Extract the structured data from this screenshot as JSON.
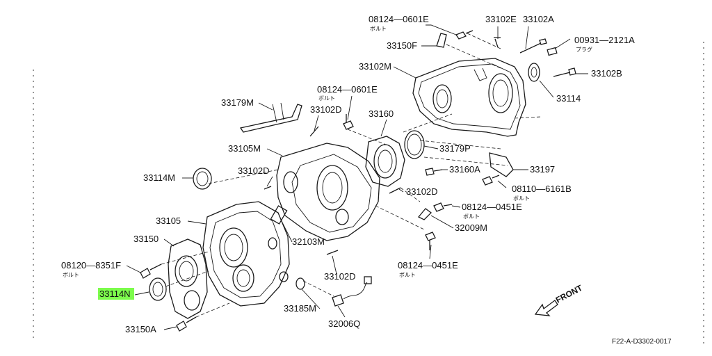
{
  "parts": [
    {
      "id": "p1",
      "number": "08124—0601E",
      "sub": "ボルト"
    },
    {
      "id": "p2",
      "number": "33102E"
    },
    {
      "id": "p3",
      "number": "33102A"
    },
    {
      "id": "p4",
      "number": "00931—2121A",
      "sub": "プラグ"
    },
    {
      "id": "p5",
      "number": "33150F"
    },
    {
      "id": "p6",
      "number": "33102M"
    },
    {
      "id": "p7",
      "number": "33102B"
    },
    {
      "id": "p8",
      "number": "33114"
    },
    {
      "id": "p9",
      "number": "33179M"
    },
    {
      "id": "p10",
      "number": "08124—0601E",
      "sub": "ボルト"
    },
    {
      "id": "p11",
      "number": "33102D"
    },
    {
      "id": "p12",
      "number": "33160"
    },
    {
      "id": "p13",
      "number": "33105M"
    },
    {
      "id": "p14",
      "number": "33179P"
    },
    {
      "id": "p15",
      "number": "33102D"
    },
    {
      "id": "p16",
      "number": "33160A"
    },
    {
      "id": "p17",
      "number": "33197"
    },
    {
      "id": "p18",
      "number": "33114M"
    },
    {
      "id": "p19",
      "number": "08110—6161B",
      "sub": "ボルト"
    },
    {
      "id": "p20",
      "number": "33102D"
    },
    {
      "id": "p21",
      "number": "08124—0451E",
      "sub": "ボルト"
    },
    {
      "id": "p22",
      "number": "33105"
    },
    {
      "id": "p23",
      "number": "32009M"
    },
    {
      "id": "p24",
      "number": "33150"
    },
    {
      "id": "p25",
      "number": "32103M"
    },
    {
      "id": "p26",
      "number": "08120—8351F",
      "sub": "ボルト"
    },
    {
      "id": "p27",
      "number": "08124—0451E",
      "sub": "ボルト"
    },
    {
      "id": "p28",
      "number": "33102D"
    },
    {
      "id": "p29",
      "number": "33114N"
    },
    {
      "id": "p30",
      "number": "33185M"
    },
    {
      "id": "p31",
      "number": "33150A"
    },
    {
      "id": "p32",
      "number": "32006Q"
    }
  ],
  "highlight": {
    "part_id": "p29",
    "color": "#7CFC4C"
  },
  "front_label": "FRONT",
  "drawing_ref": "F22-A-D3302-0017"
}
